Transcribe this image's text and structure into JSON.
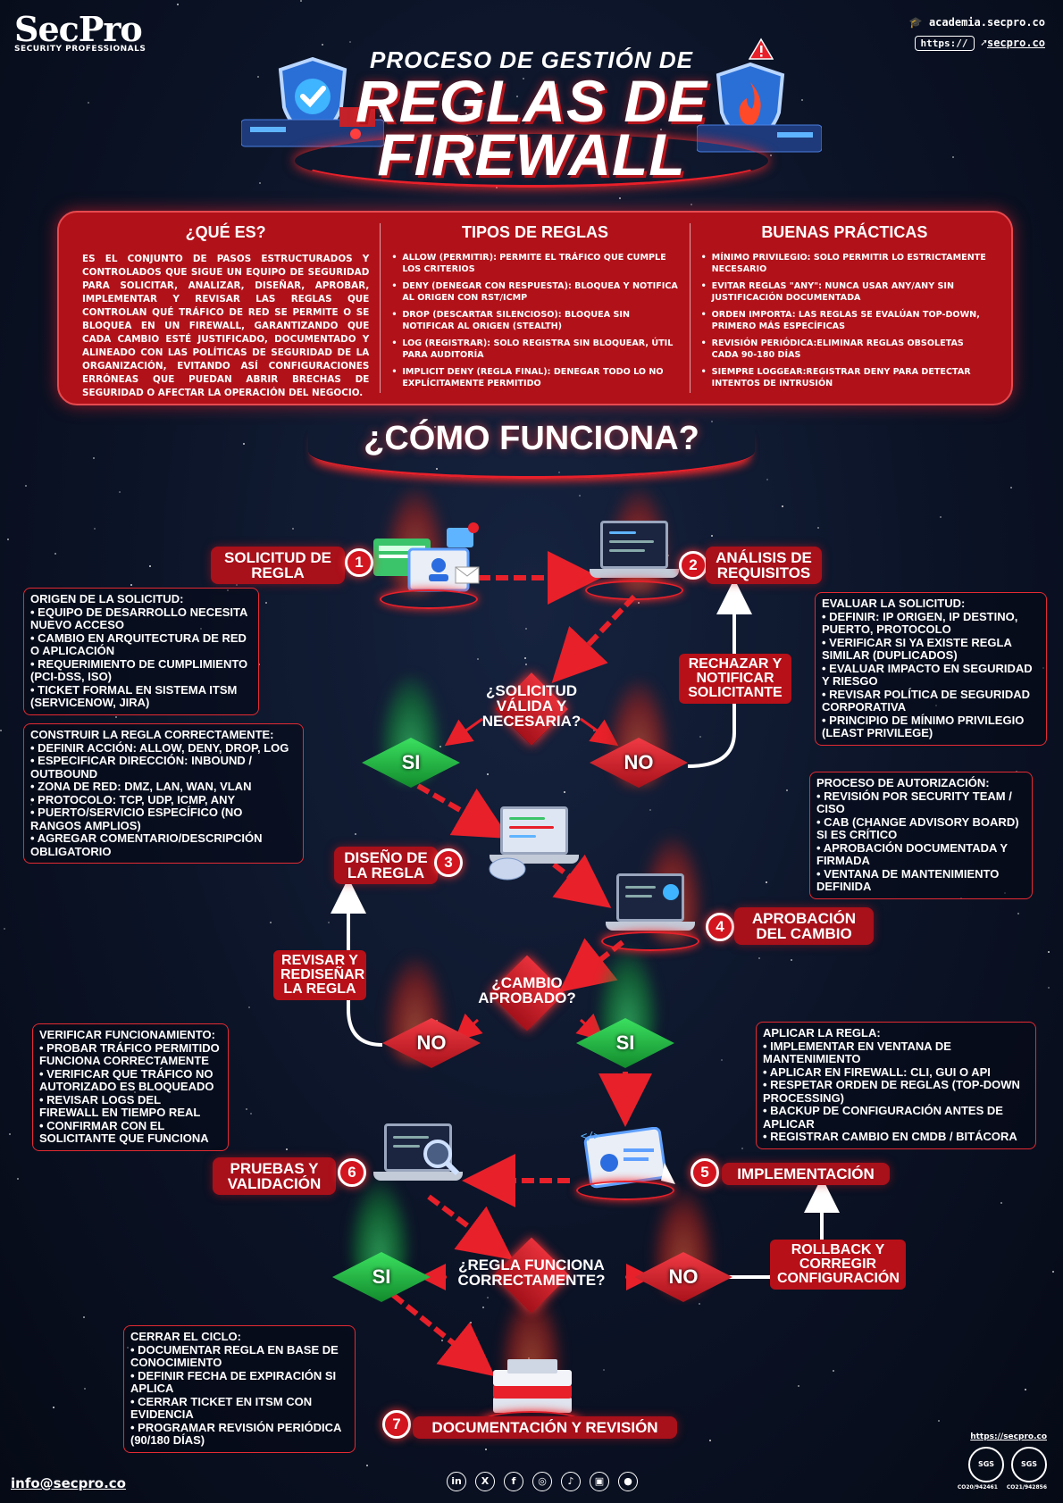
{
  "brand": {
    "name": "SecPro",
    "subtitle": "SECURITY PROFESSIONALS"
  },
  "top_links": {
    "academia": "academia.secpro.co",
    "url_prefix": "https://",
    "site": "secpro.co"
  },
  "title": {
    "line1": "PROCESO DE GESTIÓN DE",
    "line2": "REGLAS DE",
    "line3": "FIREWALL"
  },
  "info": {
    "que_es": {
      "heading": "¿QUÉ ES?",
      "text": "Es el conjunto de pasos estructurados y controlados que sigue un equipo de seguridad para solicitar, analizar, diseñar, aprobar, implementar y revisar las reglas que controlan qué tráfico de red se permite o se bloquea en un firewall, garantizando que cada cambio esté justificado, documentado y alineado con las políticas de seguridad de la organización, evitando así configuraciones erróneas que puedan abrir brechas de seguridad o afectar la operación del negocio."
    },
    "tipos": {
      "heading": "TIPOS DE REGLAS",
      "items": [
        "ALLOW (PERMITIR): PERMITE EL TRÁFICO QUE CUMPLE LOS CRITERIOS",
        "DENY (DENEGAR CON RESPUESTA): BLOQUEA Y NOTIFICA AL ORIGEN CON RST/ICMP",
        "DROP (DESCARTAR SILENCIOSO): BLOQUEA SIN NOTIFICAR AL ORIGEN (STEALTH)",
        "LOG (REGISTRAR): SOLO REGISTRA SIN BLOQUEAR, ÚTIL PARA AUDITORÍA",
        "IMPLICIT DENY (REGLA FINAL): DENEGAR TODO LO NO EXPLÍCITAMENTE PERMITIDO"
      ]
    },
    "buenas": {
      "heading": "BUENAS PRÁCTICAS",
      "items": [
        "MÍNIMO PRIVILEGIO: SOLO PERMITIR LO ESTRICTAMENTE NECESARIO",
        "EVITAR REGLAS \"ANY\": NUNCA USAR ANY/ANY SIN JUSTIFICACIÓN DOCUMENTADA",
        "ORDEN IMPORTA: LAS REGLAS SE EVALÚAN TOP-DOWN, PRIMERO MÁS ESPECÍFICAS",
        "REVISIÓN PERIÓDICA:ELIMINAR REGLAS OBSOLETAS CADA 90-180 DÍAS",
        "SIEMPRE LOGGEAR:REGISTRAR DENY PARA DETECTAR INTENTOS DE INTRUSIÓN"
      ]
    }
  },
  "how_heading": "¿CÓMO FUNCIONA?",
  "steps": {
    "s1": {
      "num": "1",
      "label": "SOLICITUD DE REGLA"
    },
    "s2": {
      "num": "2",
      "label": "ANÁLISIS DE REQUISITOS"
    },
    "s3": {
      "num": "3",
      "label": "DISEÑO DE LA REGLA"
    },
    "s4": {
      "num": "4",
      "label": "APROBACIÓN DEL CAMBIO"
    },
    "s5": {
      "num": "5",
      "label": "IMPLEMENTACIÓN"
    },
    "s6": {
      "num": "6",
      "label": "PRUEBAS Y VALIDACIÓN"
    },
    "s7": {
      "num": "7",
      "label": "DOCUMENTACIÓN Y REVISIÓN"
    }
  },
  "boxes": {
    "origen": {
      "title": "ORIGEN DE LA SOLICITUD:",
      "items": [
        "EQUIPO DE DESARROLLO NECESITA NUEVO ACCESO",
        "CAMBIO EN ARQUITECTURA DE RED O APLICACIÓN",
        "REQUERIMIENTO DE CUMPLIMIENTO (PCI-DSS, ISO)",
        "TICKET FORMAL EN SISTEMA ITSM (SERVICENOW, JIRA)"
      ]
    },
    "evaluar": {
      "title": "EVALUAR LA SOLICITUD:",
      "items": [
        "DEFINIR: IP ORIGEN, IP DESTINO, PUERTO, PROTOCOLO",
        "VERIFICAR SI YA EXISTE REGLA SIMILAR (DUPLICADOS)",
        "EVALUAR IMPACTO EN SEGURIDAD Y RIESGO",
        "REVISAR POLÍTICA DE SEGURIDAD CORPORATIVA",
        "PRINCIPIO DE MÍNIMO PRIVILEGIO (LEAST PRIVILEGE)"
      ]
    },
    "construir": {
      "title": "CONSTRUIR LA REGLA CORRECTAMENTE:",
      "items": [
        "DEFINIR ACCIÓN: ALLOW, DENY, DROP, LOG",
        "ESPECIFICAR DIRECCIÓN: INBOUND / OUTBOUND",
        "ZONA DE RED: DMZ, LAN, WAN, VLAN",
        "PROTOCOLO: TCP, UDP, ICMP, ANY",
        "PUERTO/SERVICIO ESPECÍFICO (NO RANGOS AMPLIOS)",
        "AGREGAR COMENTARIO/DESCRIPCIÓN OBLIGATORIO"
      ]
    },
    "autorizacion": {
      "title": "PROCESO DE AUTORIZACIÓN:",
      "items": [
        "REVISIÓN POR SECURITY TEAM / CISO",
        "CAB (CHANGE ADVISORY BOARD) SI ES CRÍTICO",
        "APROBACIÓN DOCUMENTADA Y FIRMADA",
        "VENTANA DE MANTENIMIENTO DEFINIDA"
      ]
    },
    "verificar": {
      "title": "VERIFICAR FUNCIONAMIENTO:",
      "items": [
        "PROBAR TRÁFICO PERMITIDO FUNCIONA CORRECTAMENTE",
        "VERIFICAR QUE TRÁFICO NO AUTORIZADO ES BLOQUEADO",
        "REVISAR LOGS DEL FIREWALL EN TIEMPO REAL",
        "CONFIRMAR CON EL SOLICITANTE QUE FUNCIONA"
      ]
    },
    "aplicar": {
      "title": "APLICAR LA REGLA:",
      "items": [
        "IMPLEMENTAR EN VENTANA DE MANTENIMIENTO",
        "APLICAR EN FIREWALL: CLI, GUI O API",
        "RESPETAR ORDEN DE REGLAS (TOP-DOWN PROCESSING)",
        "BACKUP DE CONFIGURACIÓN ANTES DE APLICAR",
        "REGISTRAR CAMBIO EN CMDB / BITÁCORA"
      ]
    },
    "cerrar": {
      "title": "CERRAR EL CICLO:",
      "items": [
        "DOCUMENTAR REGLA EN BASE DE CONOCIMIENTO",
        "DEFINIR FECHA DE EXPIRACIÓN SI APLICA",
        "CERRAR TICKET EN ITSM CON EVIDENCIA",
        "PROGRAMAR REVISIÓN PERIÓDICA (90/180 DÍAS)"
      ]
    }
  },
  "decisions": {
    "q1": "¿SOLICITUD VÁLIDA Y NECESARIA?",
    "q2": "¿CAMBIO APROBADO?",
    "q3": "¿REGLA FUNCIONA CORRECTAMENTE?",
    "si": "SI",
    "no": "NO"
  },
  "actions": {
    "rechazar": "RECHAZAR Y NOTIFICAR SOLICITANTE",
    "revisar": "REVISAR Y REDISEÑAR LA REGLA",
    "rollback": "ROLLBACK Y CORREGIR CONFIGURACIÓN"
  },
  "footer": {
    "email": "info@secpro.co",
    "cert_url": "https://secpro.co",
    "seal_label": "SGS",
    "cert_codes": [
      "CO20/942461",
      "CO21/942856"
    ],
    "social": [
      {
        "icon": "linkedin-icon",
        "glyph": "in"
      },
      {
        "icon": "x-icon",
        "glyph": "X"
      },
      {
        "icon": "facebook-icon",
        "glyph": "f"
      },
      {
        "icon": "instagram-icon",
        "glyph": "◎"
      },
      {
        "icon": "tiktok-icon",
        "glyph": "♪"
      },
      {
        "icon": "twitch-icon",
        "glyph": "▣"
      },
      {
        "icon": "github-icon",
        "glyph": "●"
      }
    ]
  },
  "colors": {
    "accent": "#b1121a",
    "success": "#2fce55",
    "background": "#0b1326"
  }
}
